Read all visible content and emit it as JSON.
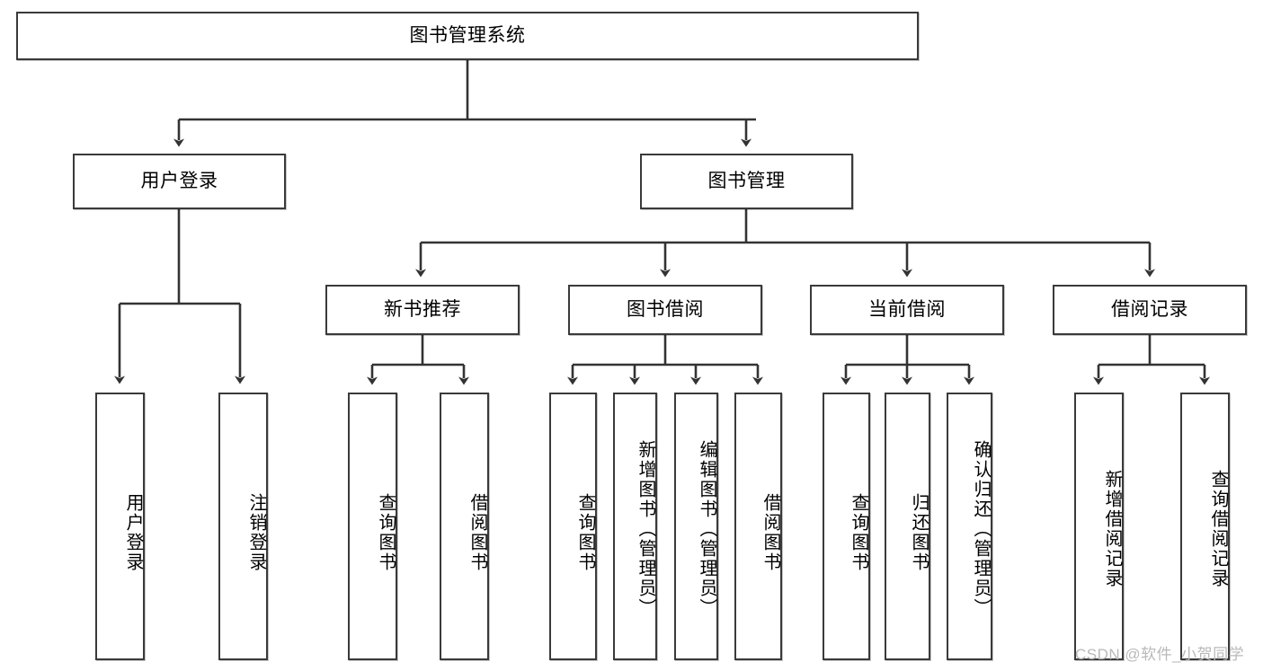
{
  "diagram": {
    "title": "图书管理系统",
    "type": "hierarchy-tree",
    "root": {
      "id": "root",
      "label": "图书管理系统"
    },
    "level2": [
      {
        "id": "login",
        "label": "用户登录"
      },
      {
        "id": "bookmgmt",
        "label": "图书管理"
      }
    ],
    "level3": [
      {
        "id": "newbook",
        "label": "新书推荐",
        "parent": "bookmgmt"
      },
      {
        "id": "borrow",
        "label": "图书借阅",
        "parent": "bookmgmt"
      },
      {
        "id": "current",
        "label": "当前借阅",
        "parent": "bookmgmt"
      },
      {
        "id": "record",
        "label": "借阅记录",
        "parent": "bookmgmt"
      }
    ],
    "leaves": [
      {
        "id": "leaf-1",
        "label": "用户登录",
        "parent": "login"
      },
      {
        "id": "leaf-2",
        "label": "注销登录",
        "parent": "login"
      },
      {
        "id": "leaf-3",
        "label": "查询图书",
        "parent": "newbook"
      },
      {
        "id": "leaf-4",
        "label": "借阅图书",
        "parent": "newbook"
      },
      {
        "id": "leaf-5",
        "label": "查询图书",
        "parent": "borrow"
      },
      {
        "id": "leaf-6",
        "label": "新增图书（管理员）",
        "parent": "borrow"
      },
      {
        "id": "leaf-7",
        "label": "编辑图书（管理员）",
        "parent": "borrow"
      },
      {
        "id": "leaf-8",
        "label": "借阅图书",
        "parent": "borrow"
      },
      {
        "id": "leaf-9",
        "label": "查询图书",
        "parent": "current"
      },
      {
        "id": "leaf-10",
        "label": "归还图书",
        "parent": "current"
      },
      {
        "id": "leaf-11",
        "label": "确认归还（管理员）",
        "parent": "current"
      },
      {
        "id": "leaf-12",
        "label": "新增借阅记录",
        "parent": "record"
      },
      {
        "id": "leaf-13",
        "label": "查询借阅记录",
        "parent": "record"
      }
    ],
    "colors": {
      "border": "#3a3a3a",
      "edge": "#333333",
      "background": "#ffffff",
      "text": "#000000",
      "watermark": "#b9b9b9"
    }
  },
  "watermark": {
    "text": "CSDN @软件_小贺同学"
  }
}
